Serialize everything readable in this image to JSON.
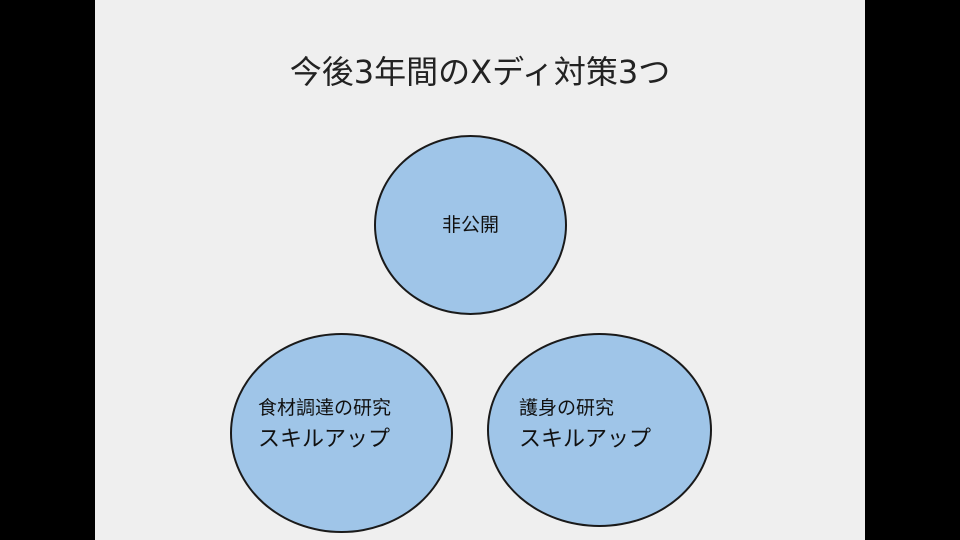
{
  "slide": {
    "title": "今後3年間のXディ対策3つ",
    "background": "#efefef"
  },
  "diagram": {
    "circle_fill": "#9fc5e8",
    "circle_stroke": "#1a1a1a",
    "nodes": [
      {
        "id": "top",
        "lines": [
          "非公開"
        ]
      },
      {
        "id": "left",
        "lines": [
          "食材調達の研究",
          "スキルアップ"
        ]
      },
      {
        "id": "right",
        "lines": [
          "護身の研究",
          "スキルアップ"
        ]
      }
    ]
  }
}
